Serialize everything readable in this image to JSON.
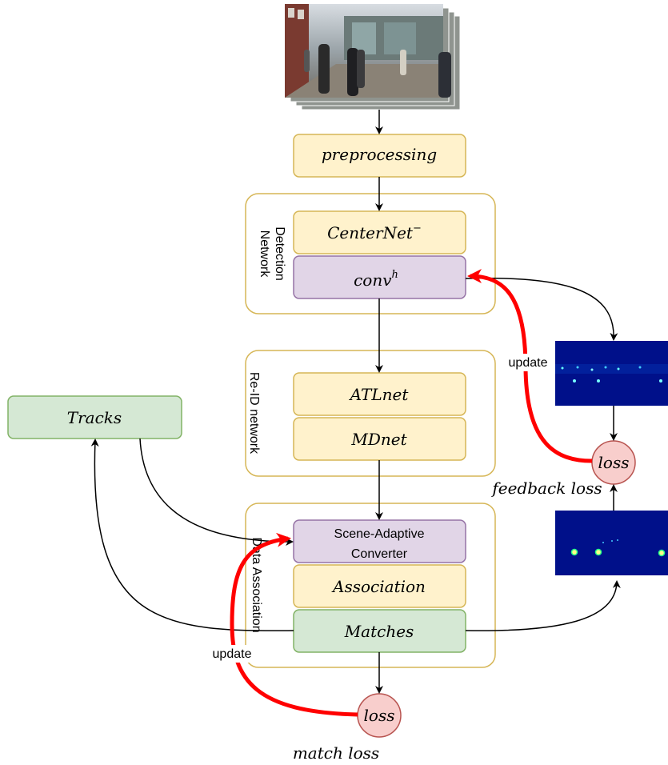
{
  "input_frames": {
    "description_icon": "video-frame-stack-icon"
  },
  "blocks": {
    "preprocessing": "preprocessing",
    "centernet": "CenterNet",
    "centernet_sup": "−",
    "conv": "conv",
    "conv_sup": "h",
    "atlnet": "ATLnet",
    "mdnet": "MDnet",
    "converter_line1": "Scene-Adaptive",
    "converter_line2": "Converter",
    "association": "Association",
    "matches": "Matches",
    "tracks": "Tracks"
  },
  "groups": {
    "detection_line1": "Detection",
    "detection_line2": "Network",
    "reid": "Re-ID network",
    "data_association": "Data Association"
  },
  "losses": {
    "feedback_node": "loss",
    "feedback_label": "feedback loss",
    "match_node": "loss",
    "match_label": "match loss"
  },
  "edge_labels": {
    "update_top": "update",
    "update_bottom": "update"
  },
  "colors": {
    "yellow_fill": "#fff2cc",
    "yellow_stroke": "#d6b656",
    "purple_fill": "#e1d5e7",
    "purple_stroke": "#9673a6",
    "green_fill": "#d5e8d4",
    "green_stroke": "#82b366",
    "loss_fill": "#f8cecc",
    "loss_stroke": "#b85450",
    "update_arrow": "#ff0000",
    "heatmap_bg": "#00108a"
  }
}
